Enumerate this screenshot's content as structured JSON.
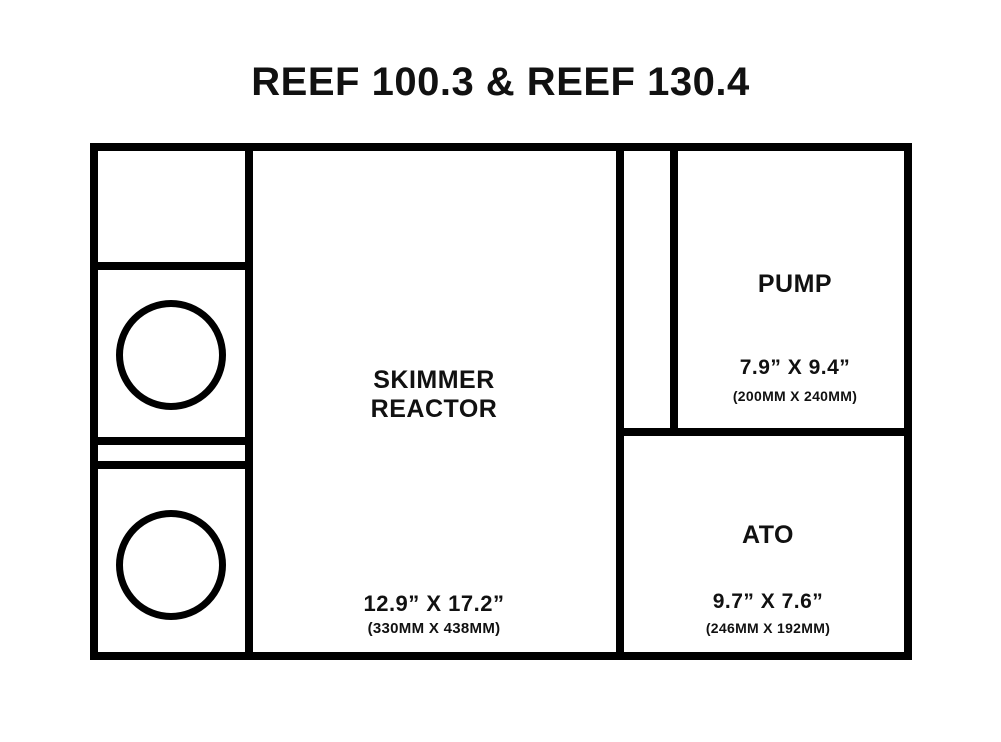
{
  "title": "REEF 100.3 & REEF 130.4",
  "compartments": {
    "skimmer_reactor": {
      "label": "SKIMMER REACTOR",
      "dimensions_in": "12.9” X 17.2”",
      "dimensions_mm": "(330MM X 438MM)"
    },
    "pump": {
      "label": "PUMP",
      "dimensions_in": "7.9” X 9.4”",
      "dimensions_mm": "(200MM X 240MM)"
    },
    "ato": {
      "label": "ATO",
      "dimensions_in": "9.7” X 7.6”",
      "dimensions_mm": "(246MM X 192MM)"
    }
  },
  "colors": {
    "line": "#000000",
    "background": "#ffffff",
    "text": "#111111"
  }
}
